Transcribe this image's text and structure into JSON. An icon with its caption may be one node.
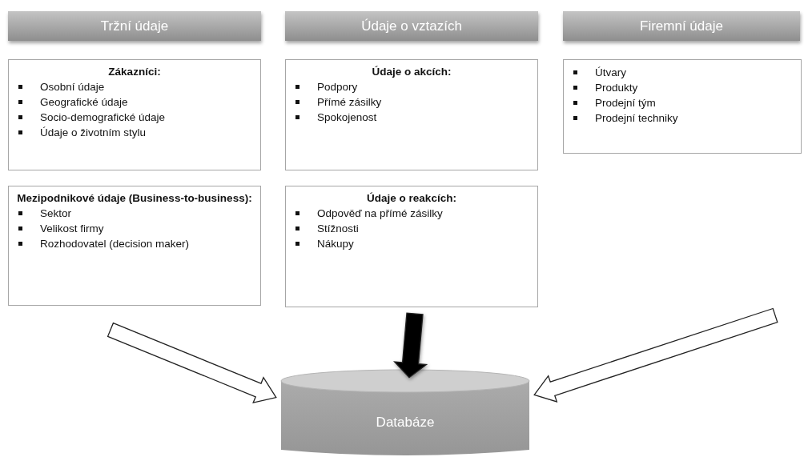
{
  "diagram": {
    "nodes": [
      {
        "text": [
          "Tržní údaje"
        ]
      },
      {
        "text": [
          "Údaje o vztazích"
        ]
      },
      {
        "text": [
          "Firemní údaje"
        ]
      },
      {
        "text": [
          "Zákazníci:",
          "Osobní údaje",
          "Geografické údaje",
          "Socio-demografické údaje",
          "Údaje o životním stylu"
        ]
      },
      {
        "text": [
          "Údaje o akcích:",
          "Podpory",
          "Přímé zásilky",
          "Spokojenost"
        ]
      },
      {
        "text": [
          "Útvary",
          "Produkty",
          "Prodejní tým",
          "Prodejní techniky"
        ]
      },
      {
        "text": [
          "Mezipodnikové údaje (Business-to-business):",
          "Sektor",
          "Velikost firmy",
          "Rozhodovatel (decision maker)"
        ]
      },
      {
        "text": [
          "Údaje o reakcích:",
          "Odpověď na přímé zásilky",
          "Stížnosti",
          "Nákupy"
        ]
      },
      {
        "text": [
          "Databáze"
        ]
      }
    ],
    "edges": [
      {
        "from": null,
        "to": 8,
        "arrow": "to"
      },
      {
        "from": null,
        "to": 8,
        "arrow": "to",
        "style": "thick"
      },
      {
        "from": null,
        "to": 8,
        "arrow": "to"
      }
    ]
  }
}
